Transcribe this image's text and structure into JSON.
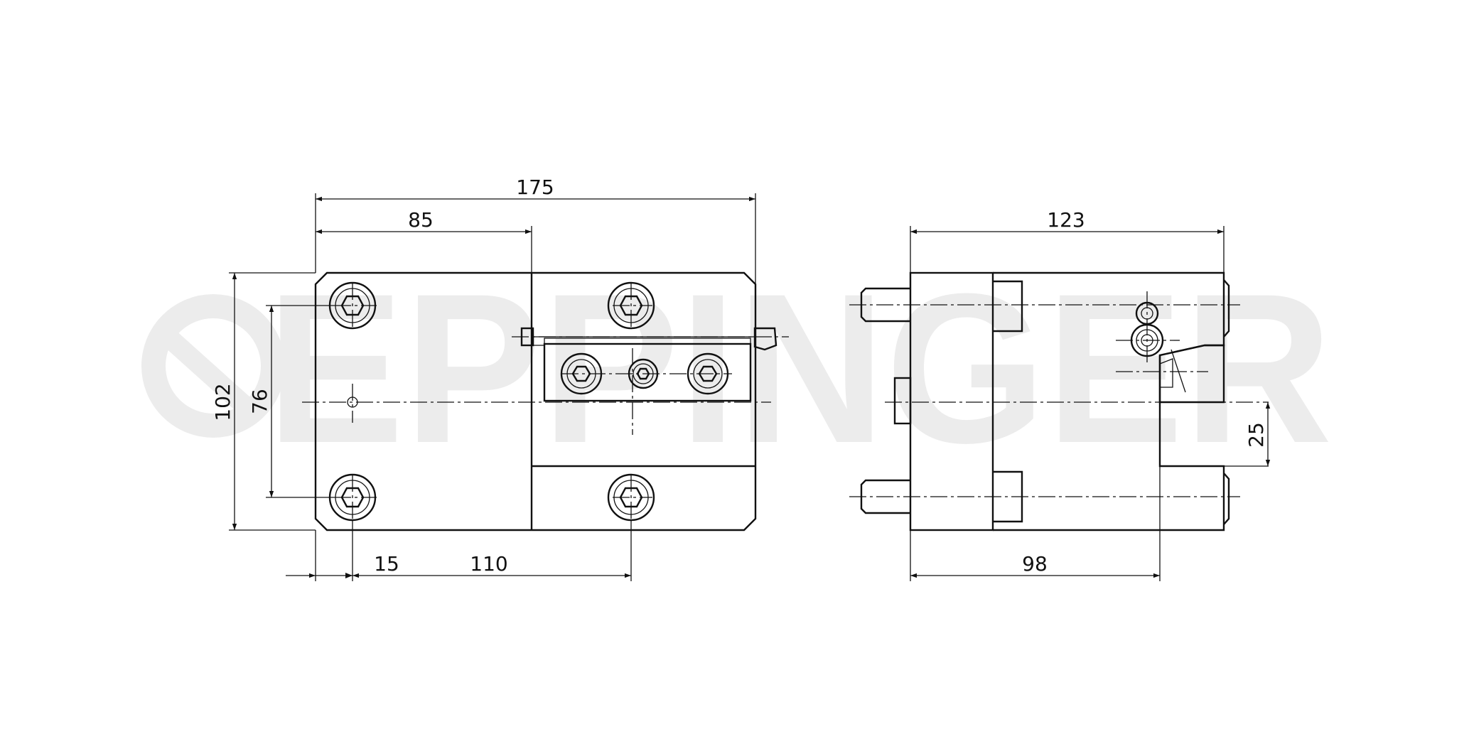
{
  "watermark": {
    "text": "EPPINGER",
    "color": "#ececec"
  },
  "colors": {
    "line": "#111111",
    "background": "#ffffff"
  },
  "dimensions": {
    "front_width": "175",
    "front_half": "85",
    "front_height": "102",
    "bolt_spacing": "76",
    "edge_offset": "15",
    "bolt_pitch": "110",
    "side_width": "123",
    "side_depth": "98",
    "center_offset": "25"
  }
}
